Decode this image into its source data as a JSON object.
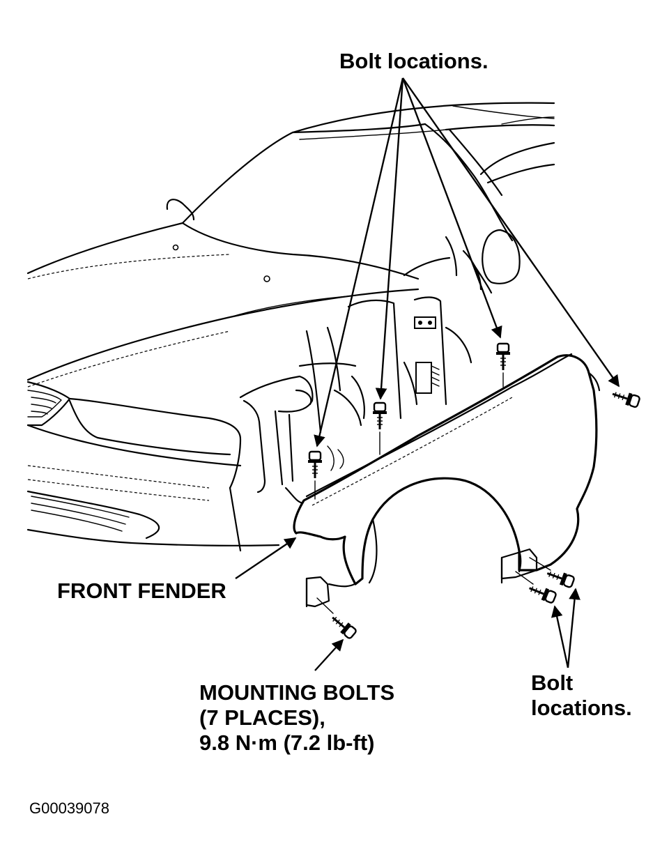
{
  "labels": {
    "top_bolts": "Bolt locations.",
    "front_fender": "FRONT FENDER",
    "mounting_line1": "MOUNTING BOLTS",
    "mounting_line2": "(7 PLACES),",
    "mounting_line3": "9.8 N·m (7.2 lb-ft)",
    "bottom_bolts_line1": "Bolt",
    "bottom_bolts_line2": "locations.",
    "figure_code": "G00039078"
  }
}
